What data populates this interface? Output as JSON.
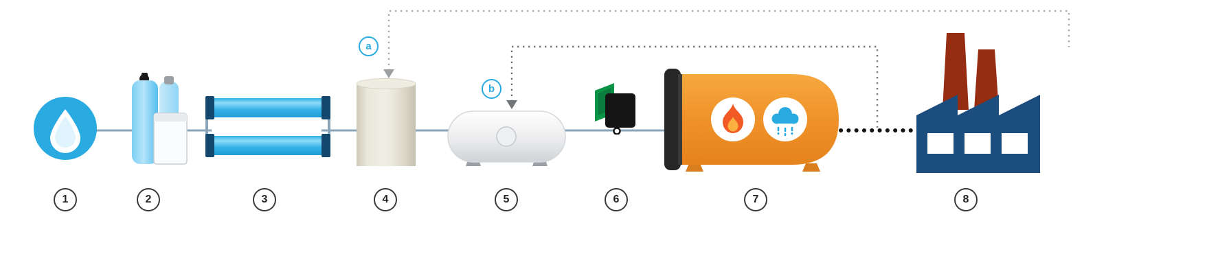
{
  "diagram": {
    "type": "process-flow",
    "steps": [
      {
        "number": "1",
        "icon": "water-drop-icon"
      },
      {
        "number": "2",
        "icon": "softener-tanks-icon"
      },
      {
        "number": "3",
        "icon": "membrane-filters-icon"
      },
      {
        "number": "4",
        "icon": "storage-tank-icon"
      },
      {
        "number": "5",
        "icon": "pressure-tank-icon"
      },
      {
        "number": "6",
        "icon": "valve-unit-icon"
      },
      {
        "number": "7",
        "icon": "boiler-icon"
      },
      {
        "number": "8",
        "icon": "factory-icon"
      }
    ],
    "annotations": [
      {
        "label": "a"
      },
      {
        "label": "b"
      }
    ]
  },
  "colors": {
    "accent_blue": "#29abe2",
    "process_line": "#8aa5b9",
    "membrane_blue": "#35b2e8",
    "membrane_cap_navy": "#14476e",
    "tank_ivory": "#eae7db",
    "valve_green": "#0c9447",
    "boiler_orange": "#f0922a",
    "flame_orange": "#f15a24",
    "flame_yellow": "#fcb040",
    "factory_navy": "#1b4d7e",
    "chimney_red": "#962c11",
    "steam_dots": "#141414",
    "dotted_gray": "#a8abae",
    "dotted_dark": "#717578"
  }
}
